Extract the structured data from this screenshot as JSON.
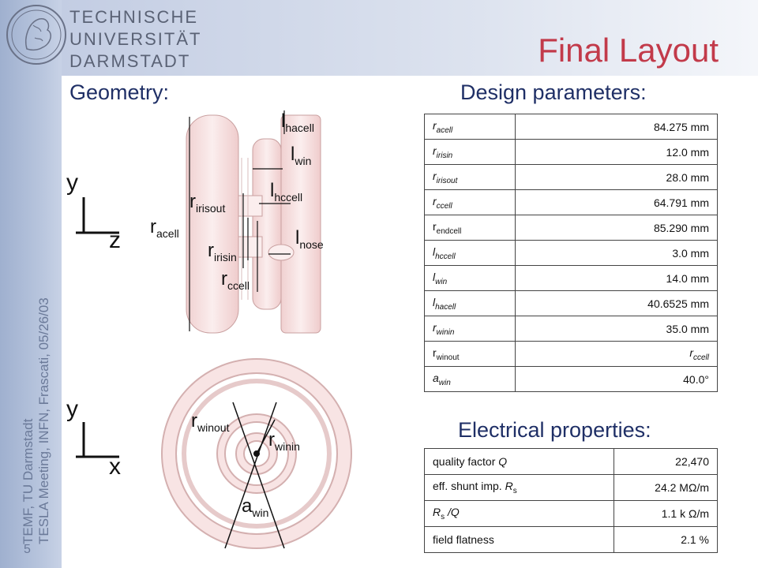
{
  "header": {
    "university_lines": [
      "TECHNISCHE",
      "UNIVERSITÄT",
      "DARMSTADT"
    ],
    "title": "Final Layout"
  },
  "sidebar": {
    "institute": "TEMF, TU Darmstadt",
    "meeting": "TESLA Meeting, INFN, Frascati, 05/26/03",
    "page_number": "5"
  },
  "geometry": {
    "heading": "Geometry:",
    "view1_axes": {
      "vertical": "y",
      "horizontal": "z"
    },
    "view2_axes": {
      "vertical": "y",
      "horizontal": "x"
    },
    "labels": {
      "r_acell": {
        "main": "r",
        "sub": "acell"
      },
      "l_hacell": {
        "main": "l",
        "sub": "hacell"
      },
      "l_win": {
        "main": "l",
        "sub": "win"
      },
      "r_irisout": {
        "main": "r",
        "sub": "irisout"
      },
      "l_hccell": {
        "main": "l",
        "sub": "hccell"
      },
      "r_irisin": {
        "main": "r",
        "sub": "irisin"
      },
      "l_nose": {
        "main": "l",
        "sub": "nose"
      },
      "r_ccell": {
        "main": "r",
        "sub": "ccell"
      },
      "r_winout": {
        "main": "r",
        "sub": "winout"
      },
      "r_winin": {
        "main": "r",
        "sub": "winin"
      },
      "a_win": {
        "main": "a",
        "sub": "win"
      }
    }
  },
  "design_parameters": {
    "heading": "Design parameters:",
    "rows": [
      {
        "sym": "r",
        "sub": "acell",
        "italic": true,
        "value": "84.275 mm"
      },
      {
        "sym": "r",
        "sub": "irisin",
        "italic": true,
        "value": "12.0 mm"
      },
      {
        "sym": "r",
        "sub": "irisout",
        "italic": true,
        "value": "28.0 mm"
      },
      {
        "sym": "r",
        "sub": "ccell",
        "italic": true,
        "value": "64.791 mm"
      },
      {
        "sym": "r",
        "sub": "endcell",
        "italic": false,
        "value": "85.290 mm"
      },
      {
        "sym": "l",
        "sub": "hccell",
        "italic": true,
        "value": "3.0 mm"
      },
      {
        "sym": "l",
        "sub": "win",
        "italic": true,
        "value": "14.0 mm"
      },
      {
        "sym": "l",
        "sub": "hacell",
        "italic": true,
        "value": "40.6525 mm"
      },
      {
        "sym": "r",
        "sub": "winin",
        "italic": true,
        "value": "35.0 mm"
      },
      {
        "sym": "r",
        "sub": "winout",
        "italic": false,
        "value": ""
      },
      {
        "sym": "a",
        "sub": "win",
        "italic": true,
        "value": "40.0°"
      }
    ],
    "winout_value": {
      "sym": "r",
      "sub": "ccell"
    }
  },
  "electrical_properties": {
    "heading": "Electrical properties:",
    "rows": [
      {
        "label": "quality factor ",
        "label_italic": "Q",
        "value": "22,470"
      },
      {
        "label": "eff. shunt imp. ",
        "label_italic": "R",
        "label_sub": "s",
        "value": "24.2 MΩ/m"
      },
      {
        "label": "",
        "label_italic": "R",
        "label_sub": "s",
        "label_tail": " /Q",
        "value": "1.1 k Ω/m"
      },
      {
        "label": "field flatness",
        "value": "2.1 %"
      }
    ]
  },
  "colors": {
    "title": "#c23a4a",
    "heading": "#1f2f66",
    "sidebar": "#b9c6de",
    "cavity": "#f6dede"
  }
}
